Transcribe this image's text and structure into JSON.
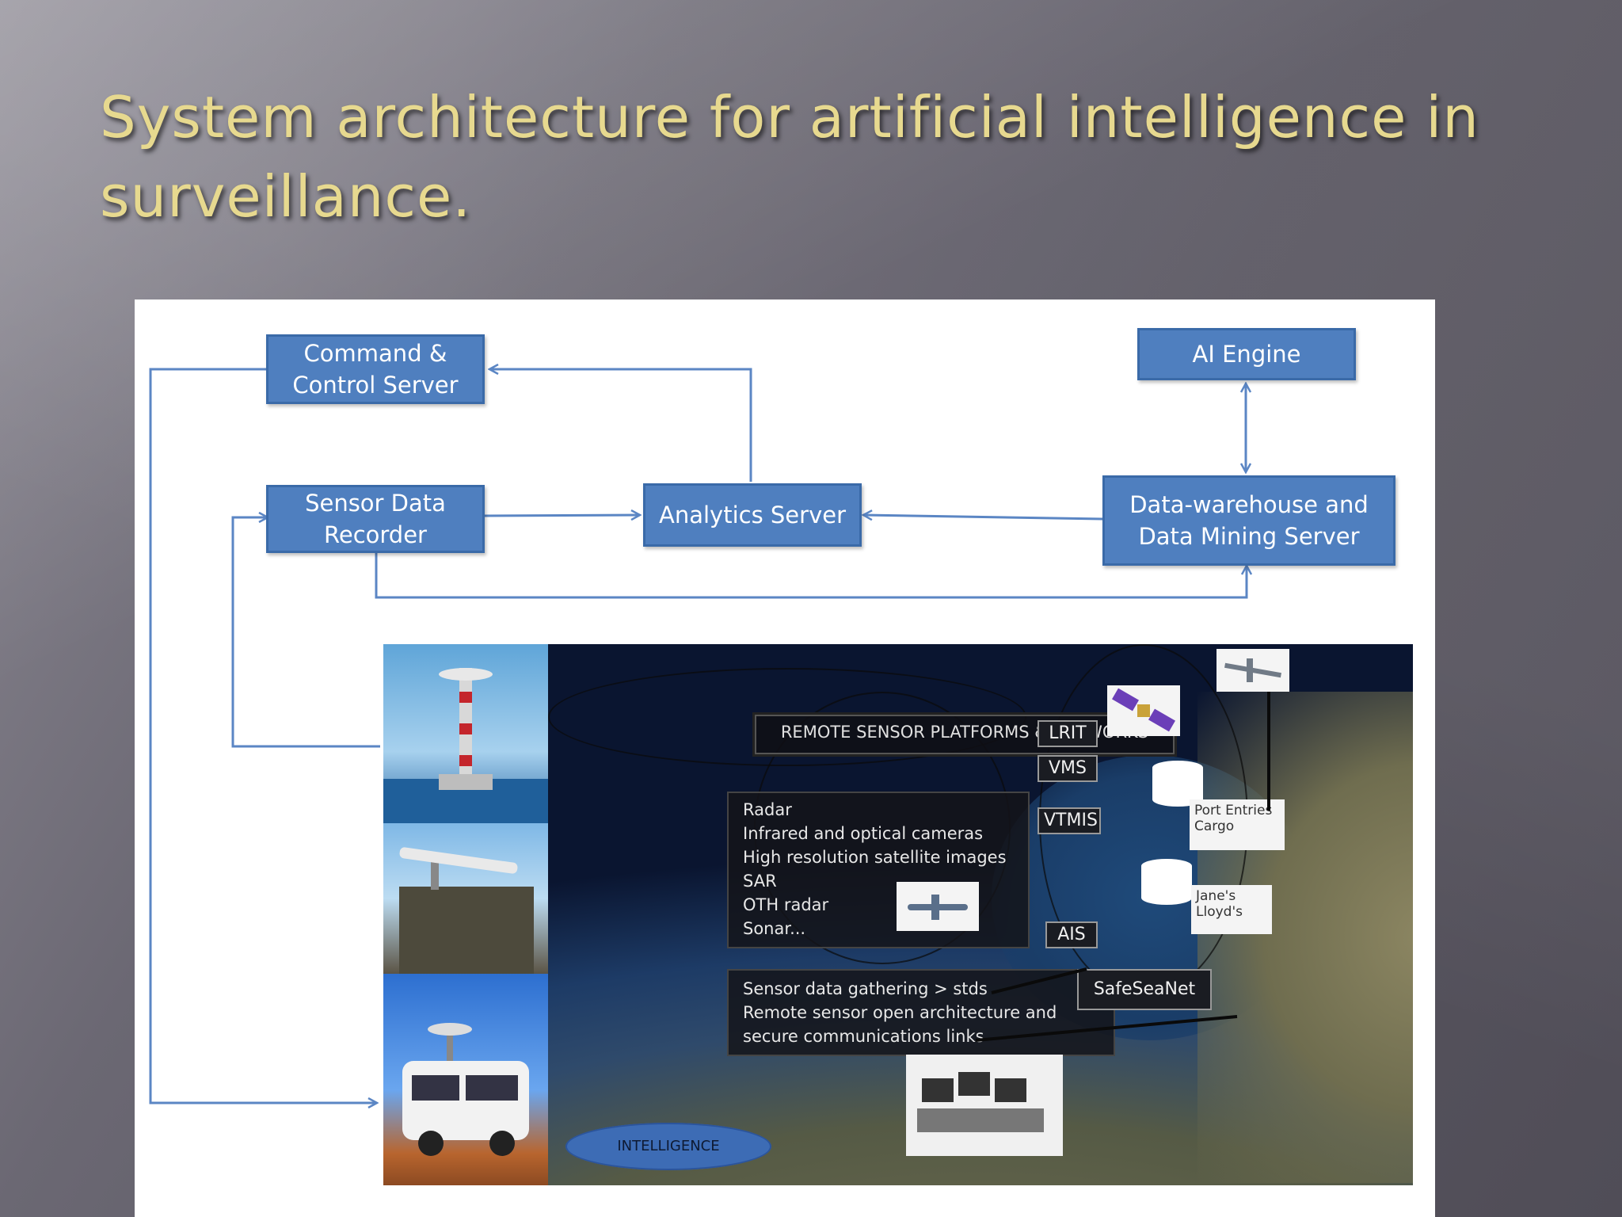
{
  "slide": {
    "title": "System architecture for artificial intelligence in surveillance."
  },
  "diagram": {
    "nodes": {
      "command_control": {
        "line1": "Command &",
        "line2": "Control Server"
      },
      "ai_engine": {
        "label": "AI Engine"
      },
      "sensor_recorder": {
        "line1": "Sensor Data",
        "line2": "Recorder"
      },
      "analytics": {
        "label": "Analytics Server"
      },
      "data_warehouse": {
        "line1": "Data-warehouse and",
        "line2": "Data Mining Server"
      }
    },
    "accent_color": "#4f7fbf",
    "connector_color": "#5b86c4"
  },
  "collage": {
    "banner": "REMOTE SENSOR PLATFORMS & NETWORKS",
    "sensor_list": [
      "Radar",
      "Infrared and optical cameras",
      "High resolution satellite images",
      "SAR",
      "OTH radar",
      "Sonar..."
    ],
    "gathering_lines": [
      "Sensor data gathering > stds",
      "Remote sensor open architecture and",
      "secure communications links"
    ],
    "tags": {
      "lrit": "LRIT",
      "vms": "VMS",
      "vtmis": "VTMIS",
      "ais": "AIS",
      "safeseanet": "SafeSeaNet"
    },
    "port_card": {
      "line1": "Port Entries",
      "line2": "Cargo"
    },
    "janes_card": {
      "line1": "Jane's",
      "line2": "Lloyd's"
    },
    "intelligence": "INTELLIGENCE"
  }
}
